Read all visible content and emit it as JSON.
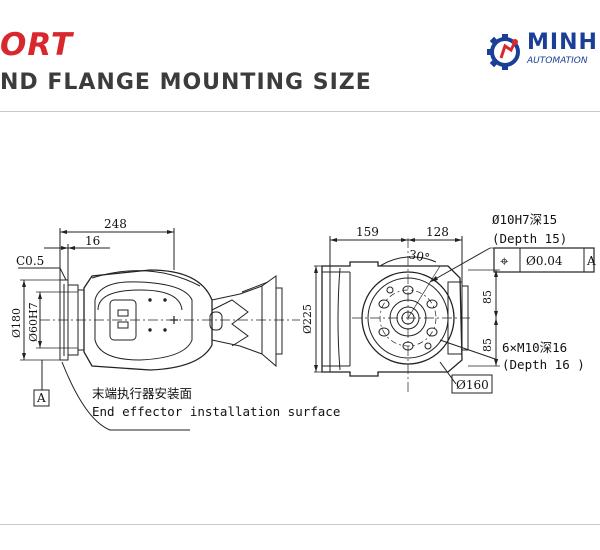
{
  "header": {
    "brand_fragment": "ORT",
    "section_title": "ND FLANGE MOUNTING SIZE"
  },
  "logo": {
    "name": "MINH",
    "tagline": "AUTOMATION",
    "primary_color": "#1b3f97",
    "accent_color": "#d9272e"
  },
  "left_view": {
    "dim_overall": "248",
    "dim_offset": "16",
    "chamfer": "C0.5",
    "dia_outer": "Ø180",
    "dia_bore": "Ø60H7",
    "datum": "A"
  },
  "right_view": {
    "dim_159": "159",
    "dim_128": "128",
    "angle": "30°",
    "dia_body": "Ø225",
    "pin_hole": "Ø10H7深15",
    "pin_depth": "(Depth 15)",
    "gdt_symbol": "⌖",
    "gdt_tolerance": "Ø0.04",
    "gdt_datum": "A",
    "dim_85_top": "85",
    "dim_85_bottom": "85",
    "thread": "6×M10深16",
    "thread_depth": "(Depth 16 )",
    "bolt_circle": "Ø160"
  },
  "callout": {
    "chinese": "末端执行器安装面",
    "english": "End effector installation surface"
  }
}
